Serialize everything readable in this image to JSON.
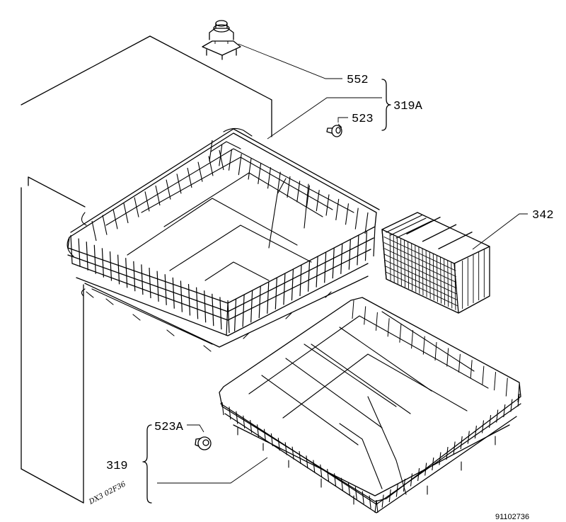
{
  "callouts": {
    "finial": "552",
    "upper_group": "319A",
    "upper_wheel": "523",
    "cutlery_basket": "342",
    "lower_wheel": "523A",
    "lower_group": "319"
  },
  "handwritten_note": "DX3 02F36",
  "drawing_number": "91102736"
}
